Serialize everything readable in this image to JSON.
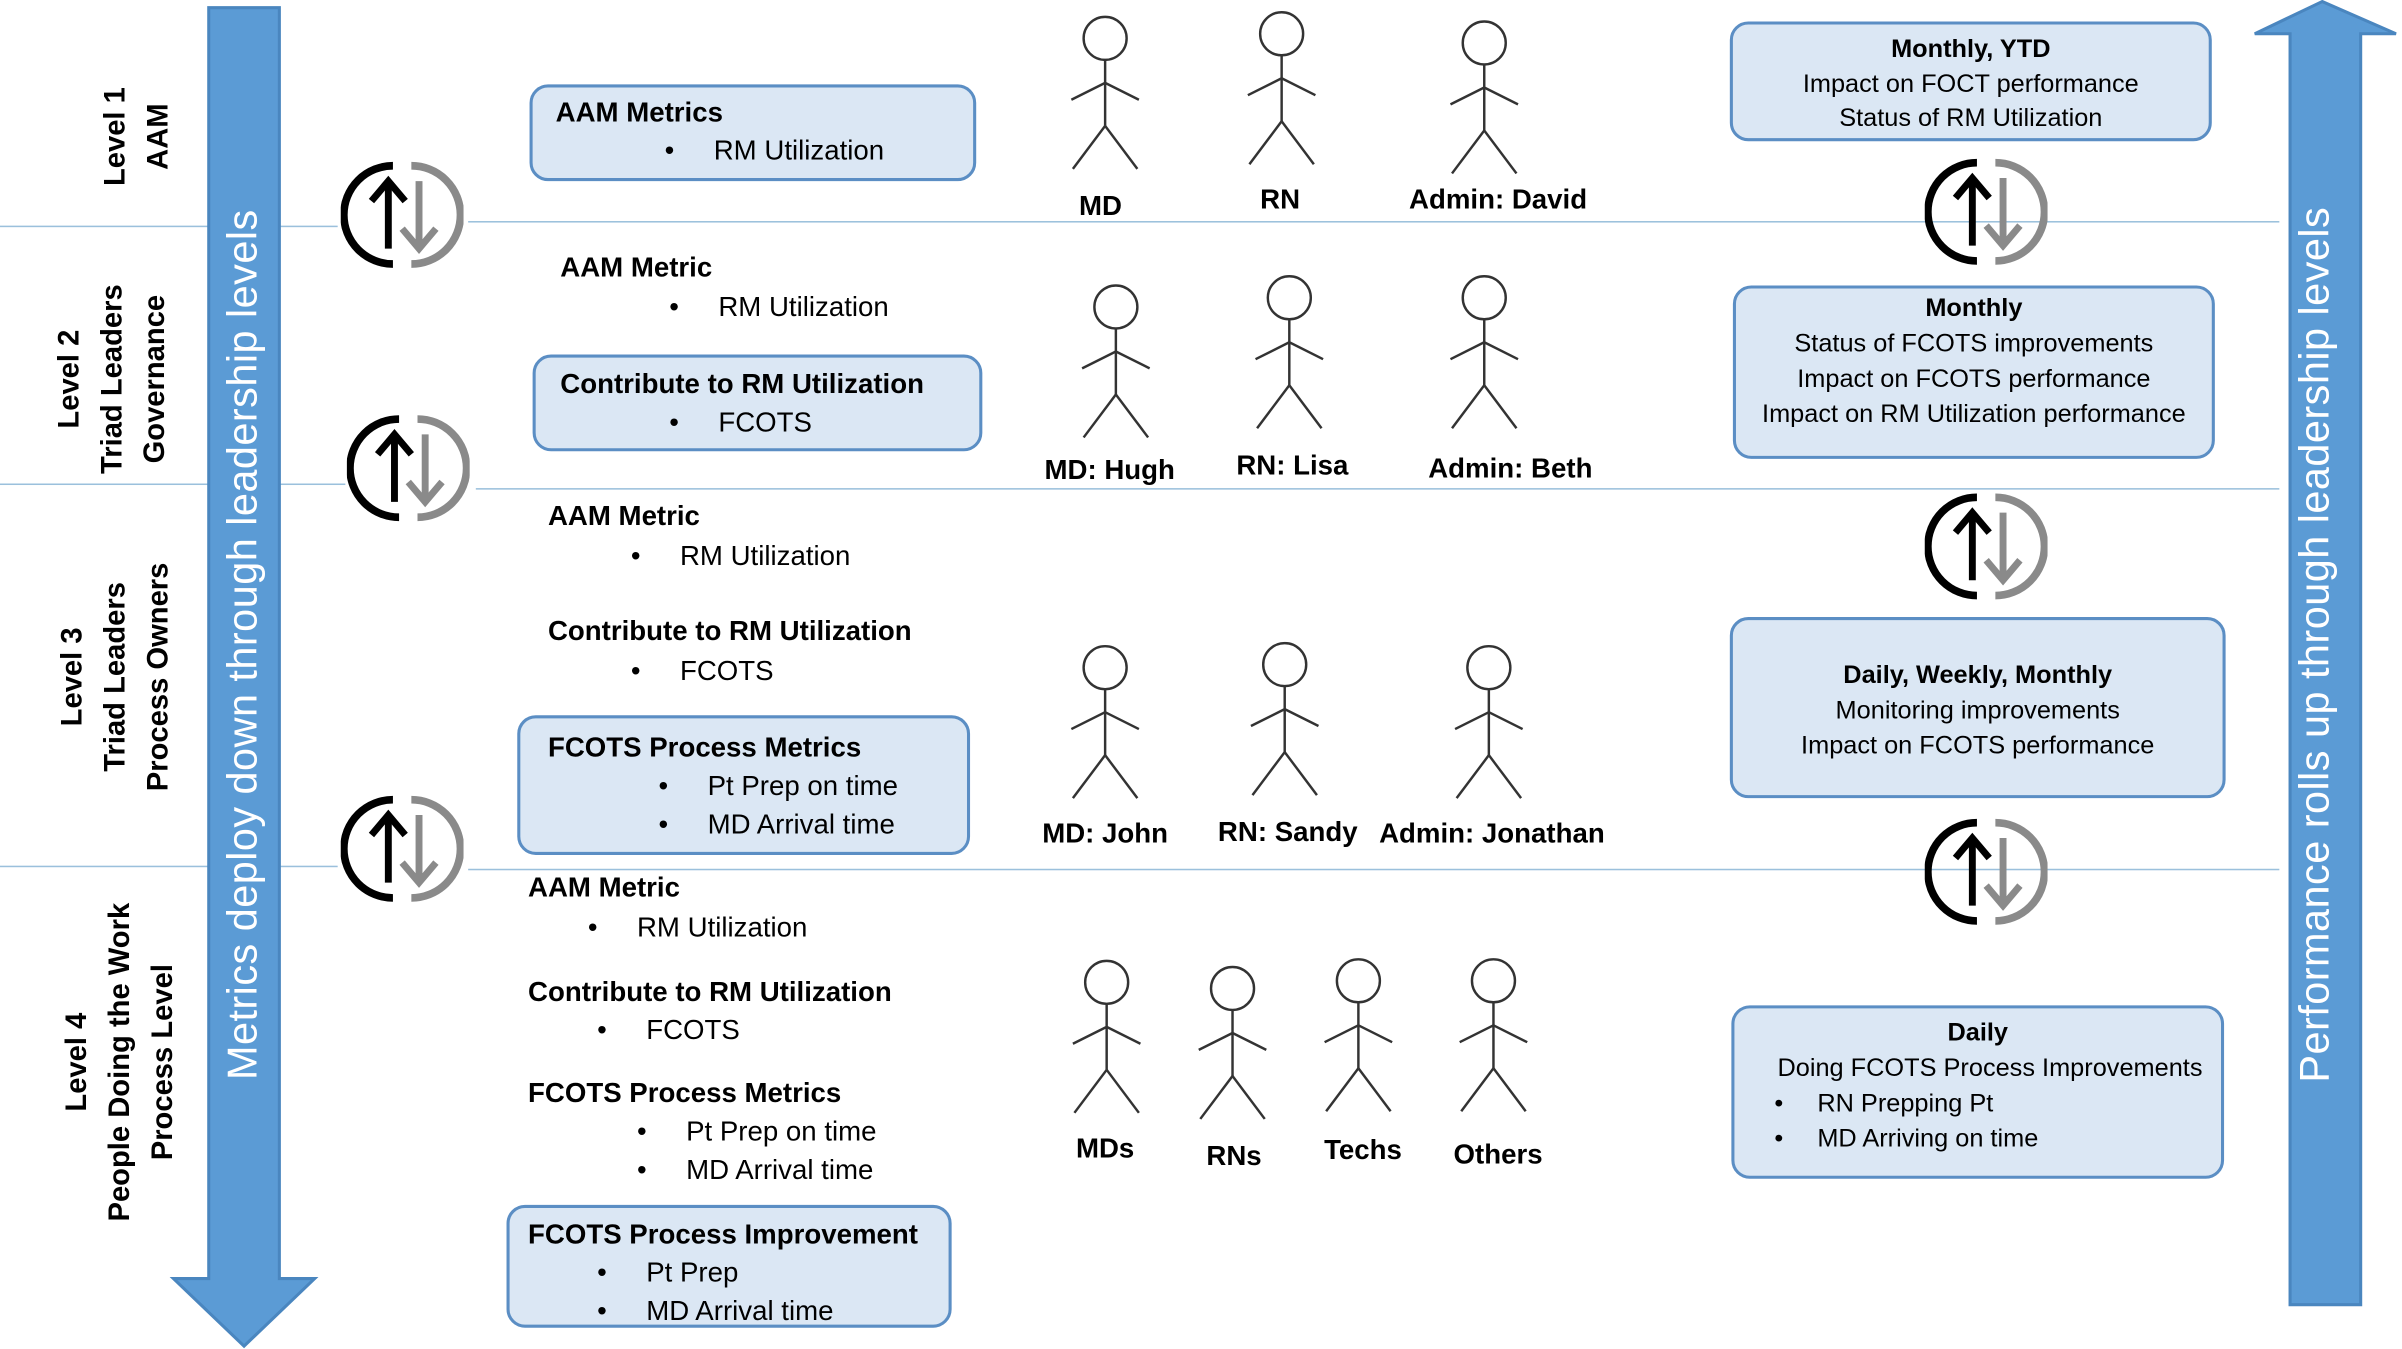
{
  "arrows": {
    "left": "Metrics deploy down through leadership levels",
    "right": "Performance rolls up through leadership levels"
  },
  "levels": [
    {
      "line1": "Level 1",
      "line2": "AAM",
      "line3": ""
    },
    {
      "line1": "Level 2",
      "line2": "Triad Leaders",
      "line3": "Governance"
    },
    {
      "line1": "Level 3",
      "line2": "Triad Leaders",
      "line3": "Process Owners"
    },
    {
      "line1": "Level 4",
      "line2": "People Doing the Work",
      "line3": "Process Level"
    }
  ],
  "metrics": {
    "l1": {
      "title": "AAM Metrics",
      "item": "RM Utilization"
    },
    "l2": {
      "aam_title": "AAM Metric",
      "aam_item": "RM Utilization",
      "contrib_title": "Contribute to RM Utilization",
      "contrib_item": "FCOTS"
    },
    "l3": {
      "aam_title": "AAM Metric",
      "aam_item": "RM Utilization",
      "contrib_title": "Contribute to RM Utilization",
      "contrib_item": "FCOTS",
      "proc_title": "FCOTS Process Metrics",
      "proc_items": [
        "Pt Prep  on time",
        "MD Arrival time"
      ]
    },
    "l4": {
      "aam_title": "AAM Metric",
      "aam_item": "RM Utilization",
      "contrib_title": "Contribute to RM Utilization",
      "contrib_item": "FCOTS",
      "proc_title": "FCOTS Process Metrics",
      "proc_items": [
        "Pt Prep  on time",
        "MD Arrival time"
      ],
      "impr_title": "FCOTS Process Improvement",
      "impr_items": [
        "Pt Prep",
        "MD Arrival time"
      ]
    }
  },
  "people": {
    "l1": [
      "MD",
      "RN",
      "Admin: David"
    ],
    "l2": [
      "MD: Hugh",
      "RN: Lisa",
      "Admin: Beth"
    ],
    "l3": [
      "MD: John",
      "RN: Sandy",
      "Admin: Jonathan"
    ],
    "l4": [
      "MDs",
      "RNs",
      "Techs",
      "Others"
    ]
  },
  "reporting": {
    "l1": {
      "heading": "Monthly, YTD",
      "lines": [
        "Impact on FOCT performance",
        "Status of RM Utilization"
      ]
    },
    "l2": {
      "heading": "Monthly",
      "lines": [
        "Status of  FCOTS improvements",
        "Impact on FCOTS performance",
        "Impact on RM Utilization performance"
      ]
    },
    "l3": {
      "heading": "Daily, Weekly, Monthly",
      "lines": [
        "Monitoring improvements",
        "Impact on FCOTS performance"
      ]
    },
    "l4": {
      "heading": "Daily",
      "lines": [
        "Doing FCOTS Process Improvements"
      ],
      "bullets": [
        "RN Prepping Pt",
        "MD Arriving on time"
      ]
    }
  },
  "colors": {
    "arrow_blue": "#5b9bd5",
    "box_fill": "#dbe7f4",
    "box_border": "#5b8ec4",
    "divider": "#9bc0dc"
  },
  "icons": [
    "up-down-cycle-icon",
    "stick-figure-icon"
  ]
}
